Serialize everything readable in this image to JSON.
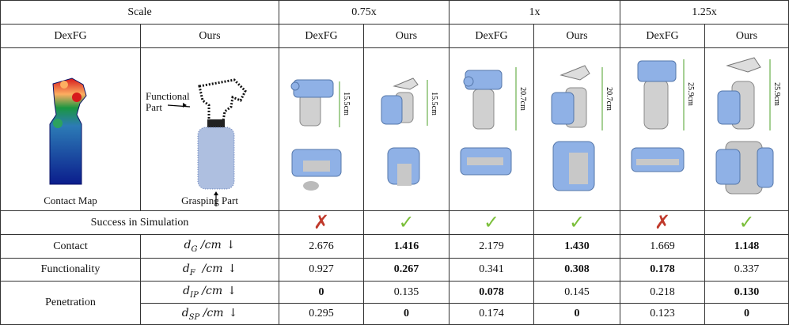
{
  "header": {
    "scale_label": "Scale",
    "scales": [
      "0.75x",
      "1x",
      "1.25x"
    ],
    "method_dexfg": "DexFG",
    "method_ours": "Ours"
  },
  "illustration": {
    "contact_map_caption": "Contact Map",
    "functional_part_label_1": "Functional",
    "functional_part_label_2": "Part",
    "grasping_part_caption": "Grasping Part",
    "heights": [
      "15.5cm",
      "15.5cm",
      "20.7cm",
      "20.7cm",
      "25.9cm",
      "25.9cm"
    ]
  },
  "success_row": {
    "label": "Success in Simulation",
    "results": [
      "fail",
      "success",
      "success",
      "success",
      "fail",
      "success"
    ],
    "fail_symbol": "✗",
    "success_symbol": "✓"
  },
  "rows": [
    {
      "group": "Contact",
      "metric_var": "d",
      "metric_sub": "G",
      "metric_unit": " /cm",
      "arrow": "↓",
      "values": [
        "2.676",
        "1.416",
        "2.179",
        "1.430",
        "1.669",
        "1.148"
      ],
      "bold": [
        false,
        true,
        false,
        true,
        false,
        true
      ]
    },
    {
      "group": "Functionality",
      "metric_var": "d",
      "metric_sub": "F",
      "metric_unit": "  /cm",
      "arrow": "↓",
      "values": [
        "0.927",
        "0.267",
        "0.341",
        "0.308",
        "0.178",
        "0.337"
      ],
      "bold": [
        false,
        true,
        false,
        true,
        true,
        false
      ]
    },
    {
      "group": "Penetration",
      "metric_var": "d",
      "metric_sub": "IP",
      "metric_unit": " /cm",
      "arrow": "↓",
      "values": [
        "0",
        "0.135",
        "0.078",
        "0.145",
        "0.218",
        "0.130"
      ],
      "bold": [
        true,
        false,
        true,
        false,
        false,
        true
      ]
    },
    {
      "group": "",
      "metric_var": "d",
      "metric_sub": "SP",
      "metric_unit": " /cm",
      "arrow": "↓",
      "values": [
        "0.295",
        "0",
        "0.174",
        "0",
        "0.123",
        "0"
      ],
      "bold": [
        false,
        true,
        false,
        true,
        false,
        true
      ]
    }
  ]
}
